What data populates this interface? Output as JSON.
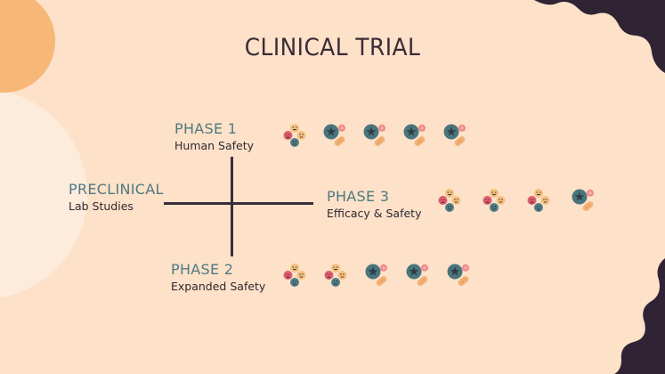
{
  "title": "CLINICAL TRIAL",
  "phases": [
    {
      "name": "PRECLINICAL",
      "subtitle": "Lab Studies"
    },
    {
      "name": "PHASE 1",
      "subtitle": "Human Safety",
      "icons": [
        "faces-icon",
        "pill-cluster-icon",
        "pill-cluster-icon",
        "pill-cluster-icon",
        "pill-cluster-icon"
      ]
    },
    {
      "name": "PHASE 2",
      "subtitle": "Expanded Safety",
      "icons": [
        "faces-icon",
        "faces-icon",
        "pill-cluster-icon",
        "pill-cluster-icon",
        "pill-cluster-icon"
      ]
    },
    {
      "name": "PHASE 3",
      "subtitle": "Efficacy & Safety",
      "icons": [
        "faces-icon",
        "faces-icon",
        "faces-icon",
        "pill-cluster-icon"
      ]
    }
  ],
  "colors": {
    "background": "#fde1c8",
    "border": "#2f2334",
    "accent_orange": "#f7b777",
    "phase_label": "#4e7a82",
    "text": "#2f2832",
    "line": "#3a2e3a",
    "face_yellow": "#f4c17f",
    "face_red": "#dd5d6d",
    "face_teal": "#4f7f85",
    "pill_orange": "#f2b075",
    "star_teal": "#49757c",
    "dot_pink": "#f0898b"
  }
}
